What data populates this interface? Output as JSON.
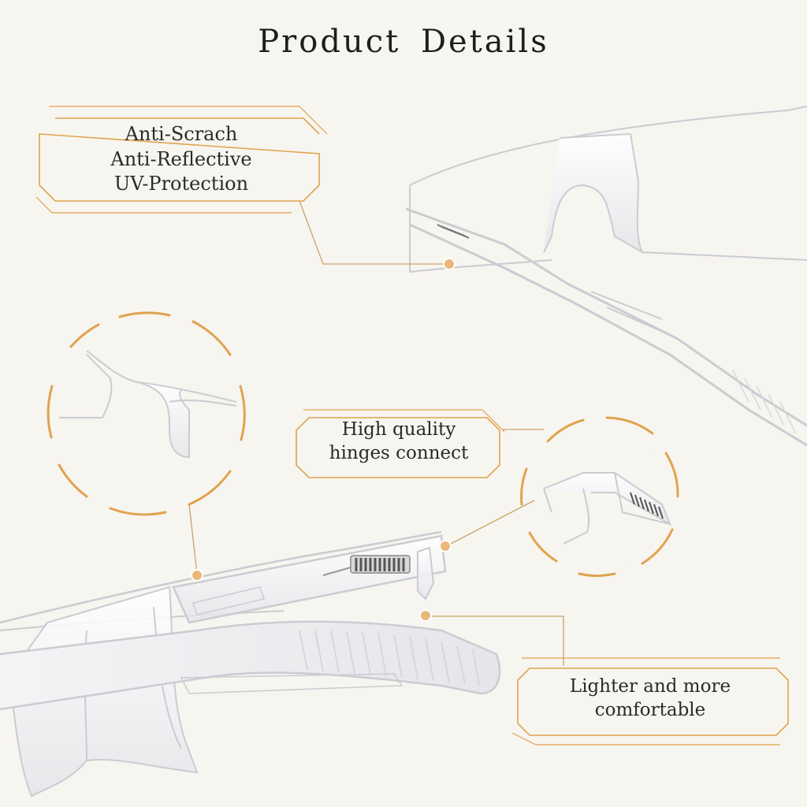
{
  "page": {
    "title": "Product Details"
  },
  "callouts": {
    "features": {
      "lines": [
        "Anti-Scrach",
        "Anti-Reflective",
        "UV-Protection"
      ]
    },
    "hinges": {
      "lines": [
        "High quality",
        "hinges connect"
      ]
    },
    "lighter": {
      "lines": [
        "Lighter and more",
        "comfortable"
      ]
    }
  },
  "colors": {
    "background": "#f7f5ef",
    "accent": "#e0a350",
    "frame_line": "#cfcfd4",
    "spring": "#6e6e6e",
    "text": "#2a2a2a"
  }
}
